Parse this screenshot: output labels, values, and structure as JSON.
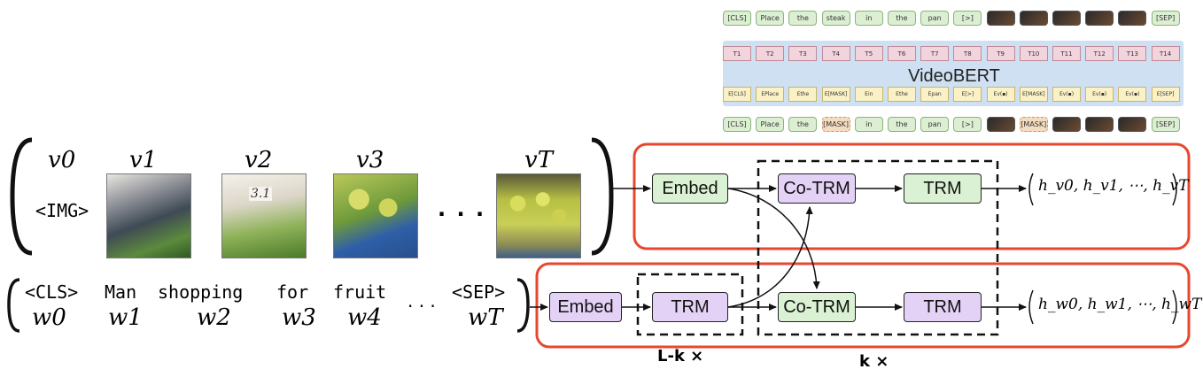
{
  "videobert": {
    "title": "VideoBERT",
    "output_tokens": [
      "[CLS]",
      "Place",
      "the",
      "steak",
      "in",
      "the",
      "pan",
      "[>]",
      "",
      "",
      "",
      "",
      "",
      "[SEP]"
    ],
    "transformer_units": [
      "T1",
      "T2",
      "T3",
      "T4",
      "T5",
      "T6",
      "T7",
      "T8",
      "T9",
      "T10",
      "T11",
      "T12",
      "T13",
      "T14"
    ],
    "embeddings": [
      "E[CLS]",
      "EPlace",
      "Ethe",
      "E[MASK]",
      "Ein",
      "Ethe",
      "Epan",
      "E[>]",
      "Ev(▪)",
      "E[MASK]",
      "Ev(▪)",
      "Ev(▪)",
      "Ev(▪)",
      "E[SEP]"
    ],
    "input_tokens": [
      "[CLS]",
      "Place",
      "the",
      "[MASK]",
      "in",
      "the",
      "pan",
      "[>]",
      "",
      "[MASK]",
      "",
      "",
      "",
      "[SEP]"
    ]
  },
  "visual_stream": {
    "symbols": [
      "v0",
      "v1",
      "v2",
      "v3",
      "vT"
    ],
    "img_token": "<IMG>",
    "ellipsis": ". . .",
    "photo_text": "3.1"
  },
  "text_stream": {
    "tokens": [
      "<CLS>",
      "Man",
      "shopping",
      "for",
      "fruit",
      "<SEP>"
    ],
    "symbols": [
      "w0",
      "w1",
      "w2",
      "w3",
      "w4",
      "wT"
    ],
    "ellipsis": "· · ·"
  },
  "blocks": {
    "embed": "Embed",
    "co_trm": "Co-TRM",
    "trm": "TRM",
    "visual_output": "h_v0, h_v1, ⋯, h_vT",
    "text_output": "h_w0, h_w1, ⋯, h_wT",
    "lk_label": "L-k ×",
    "k_label": "k ×"
  },
  "colors": {
    "green_box": "#daf2d3",
    "purple_box": "#e4d2f6",
    "red_frame": "#e8472e"
  }
}
